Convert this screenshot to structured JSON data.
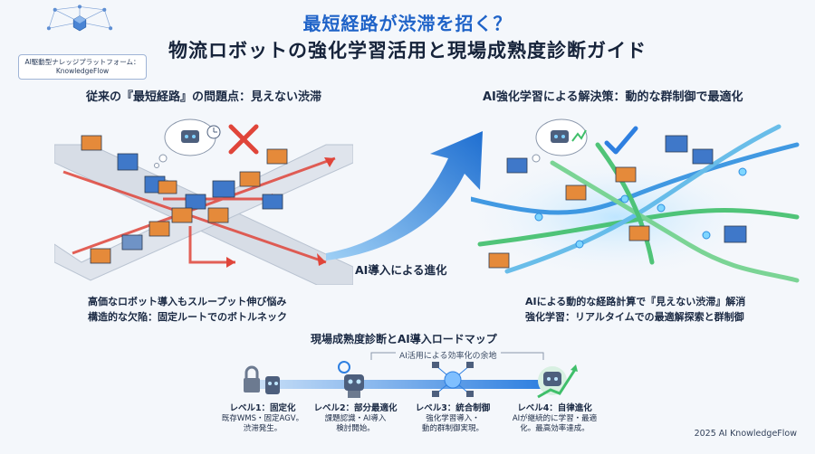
{
  "header": {
    "title_line1": "最短経路が渋滞を招く？",
    "title_line2": "物流ロボットの強化学習活用と現場成熟度診断ガイド"
  },
  "logo": {
    "caption_line1": "AI駆動型ナレッジプラットフォーム：",
    "caption_line2": "KnowledgeFlow"
  },
  "left_section": {
    "heading": "従来の『最短経路』の問題点：見えない渋滞",
    "caption_line1": "高価なロボット導入もスループット伸び悩み",
    "caption_line2": "構造的な欠陥：固定ルートでのボトルネック",
    "status_icon": "red-x-icon"
  },
  "right_section": {
    "heading": "AI強化学習による解決策：動的な群制御で最適化",
    "caption_line1": "AIによる動的な経路計算で『見えない渋滞』解消",
    "caption_line2": "強化学習：リアルタイムでの最適解探索と群制御",
    "status_icon": "blue-check-icon"
  },
  "center_arrow": {
    "label": "AI導入による進化"
  },
  "roadmap": {
    "title": "現場成熟度診断とAI導入ロードマップ",
    "bracket_label": "AI活用による効率化の余地",
    "levels": [
      {
        "title": "レベル1：固定化",
        "desc_line1": "既存WMS・固定AGV。",
        "desc_line2": "渋滞発生。",
        "icon": "lock-icon"
      },
      {
        "title": "レベル2：部分最適化",
        "desc_line1": "課題認識・AI導入",
        "desc_line2": "検討開始。",
        "icon": "robot-gear-icon"
      },
      {
        "title": "レベル3：統合制御",
        "desc_line1": "強化学習導入・",
        "desc_line2": "動的群制御実現。",
        "icon": "network-brain-icon"
      },
      {
        "title": "レベル4：自律進化",
        "desc_line1": "AIが継続的に学習・最適",
        "desc_line2": "化。最高効率達成。",
        "icon": "growth-robot-icon"
      }
    ]
  },
  "footer": {
    "copyright": "2025 AI KnowledgeFlow"
  },
  "colors": {
    "title_blue": "#1f63c8",
    "congestion_red": "#e0453a",
    "flow_green": "#3fbf6a",
    "flow_blue": "#2e8fe0"
  }
}
